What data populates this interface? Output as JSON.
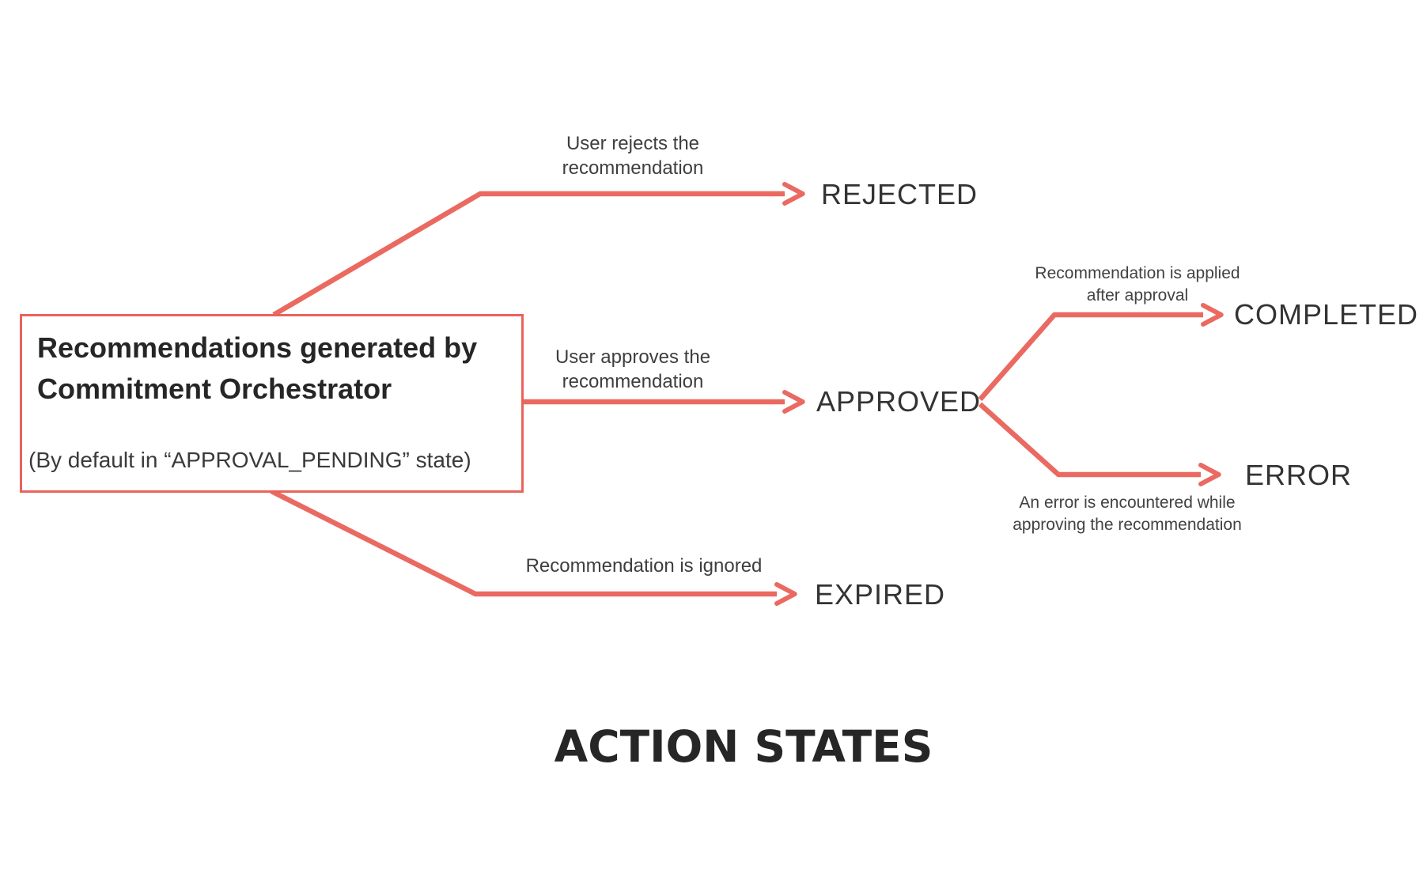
{
  "diagram": {
    "title": "ACTION STATES",
    "source": {
      "heading": "Recommendations generated by Commitment Orchestrator",
      "subtext": "(By default in “APPROVAL_PENDING” state)",
      "default_state": "APPROVAL_PENDING"
    },
    "states": [
      {
        "id": "rejected",
        "label": "REJECTED"
      },
      {
        "id": "approved",
        "label": "APPROVED"
      },
      {
        "id": "completed",
        "label": "COMPLETED"
      },
      {
        "id": "error",
        "label": "ERROR"
      },
      {
        "id": "expired",
        "label": "EXPIRED"
      }
    ],
    "edges": [
      {
        "from": "source",
        "to": "REJECTED",
        "label": "User rejects the recommendation"
      },
      {
        "from": "source",
        "to": "APPROVED",
        "label": "User approves the recommendation"
      },
      {
        "from": "APPROVED",
        "to": "COMPLETED",
        "label": "Recommendation is applied after approval"
      },
      {
        "from": "APPROVED",
        "to": "ERROR",
        "label": "An error is encountered while approving the recommendation"
      },
      {
        "from": "source",
        "to": "EXPIRED",
        "label": "Recommendation is ignored"
      }
    ],
    "colors": {
      "arrow": "#EA6A61",
      "box_border": "#E8635C",
      "heading_text": "#262626",
      "state_text": "#333333",
      "label_text": "#3E3E3E",
      "title_text": "#262626"
    }
  }
}
